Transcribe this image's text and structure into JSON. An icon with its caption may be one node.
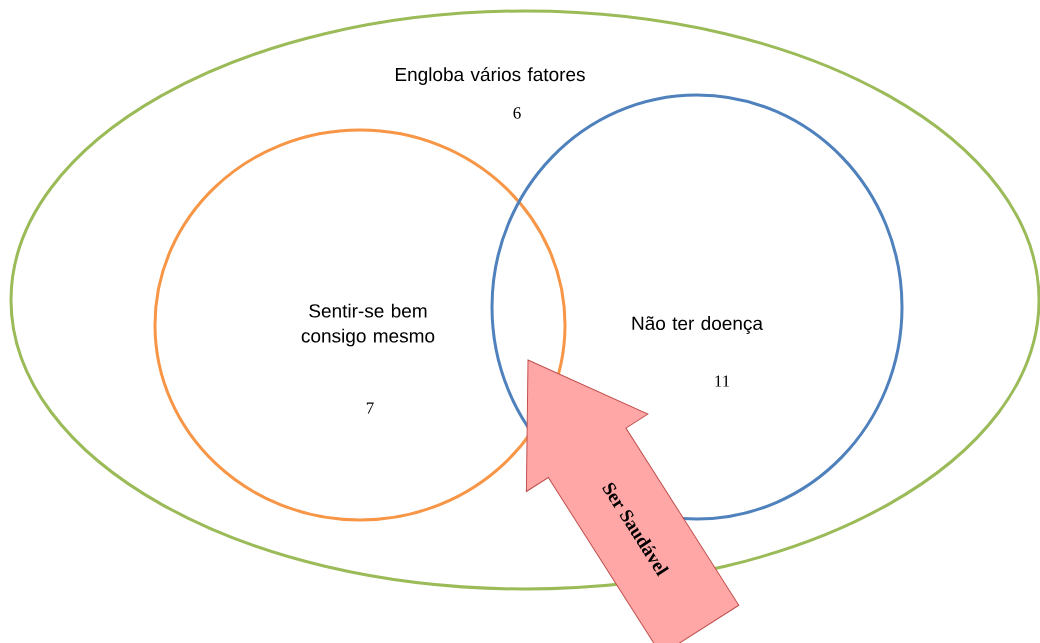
{
  "diagram": {
    "nodes": [
      {
        "text": [
          "Engloba vários fatores",
          "6"
        ]
      },
      {
        "text": [
          "Sentir-se bem consigo mesmo",
          "7"
        ],
        "in": 0
      },
      {
        "text": [
          "Não ter doença",
          "11"
        ],
        "in": 0
      },
      {
        "text": [
          "Ser Saudável"
        ]
      }
    ]
  }
}
